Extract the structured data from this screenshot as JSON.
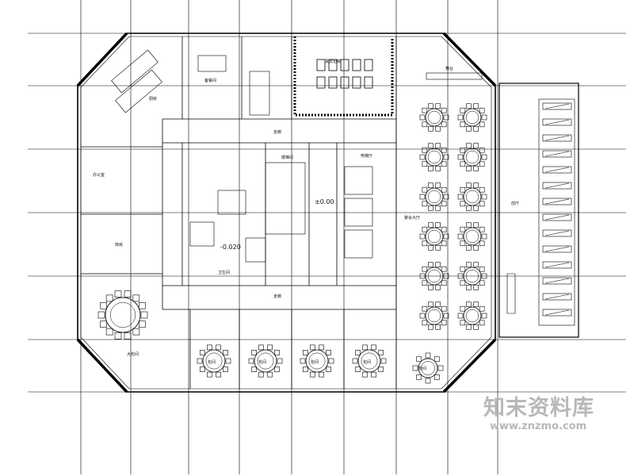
{
  "watermark": {
    "brand": "知末资料库",
    "url": "www.znzmo.com"
  },
  "plan": {
    "elevation_main": "±0.00",
    "elevation_toilet": "-0.020",
    "rooms": {
      "kitchen": "厨房",
      "prep": "备餐间",
      "vip_dining": "贵宾包房",
      "corridor_top": "走廊",
      "corridor_bottom": "走廊",
      "hall": "宴会大厅",
      "lobby": "前厅",
      "office": "办公室",
      "storage": "库房",
      "stair": "楼梯间",
      "elevator_lobby": "电梯厅",
      "toilet": "卫生间",
      "banquet_large": "大包间",
      "private_1": "包间",
      "private_2": "包间",
      "private_3": "包间",
      "private_4": "包间",
      "private_5": "包间",
      "stage": "舞台"
    }
  }
}
